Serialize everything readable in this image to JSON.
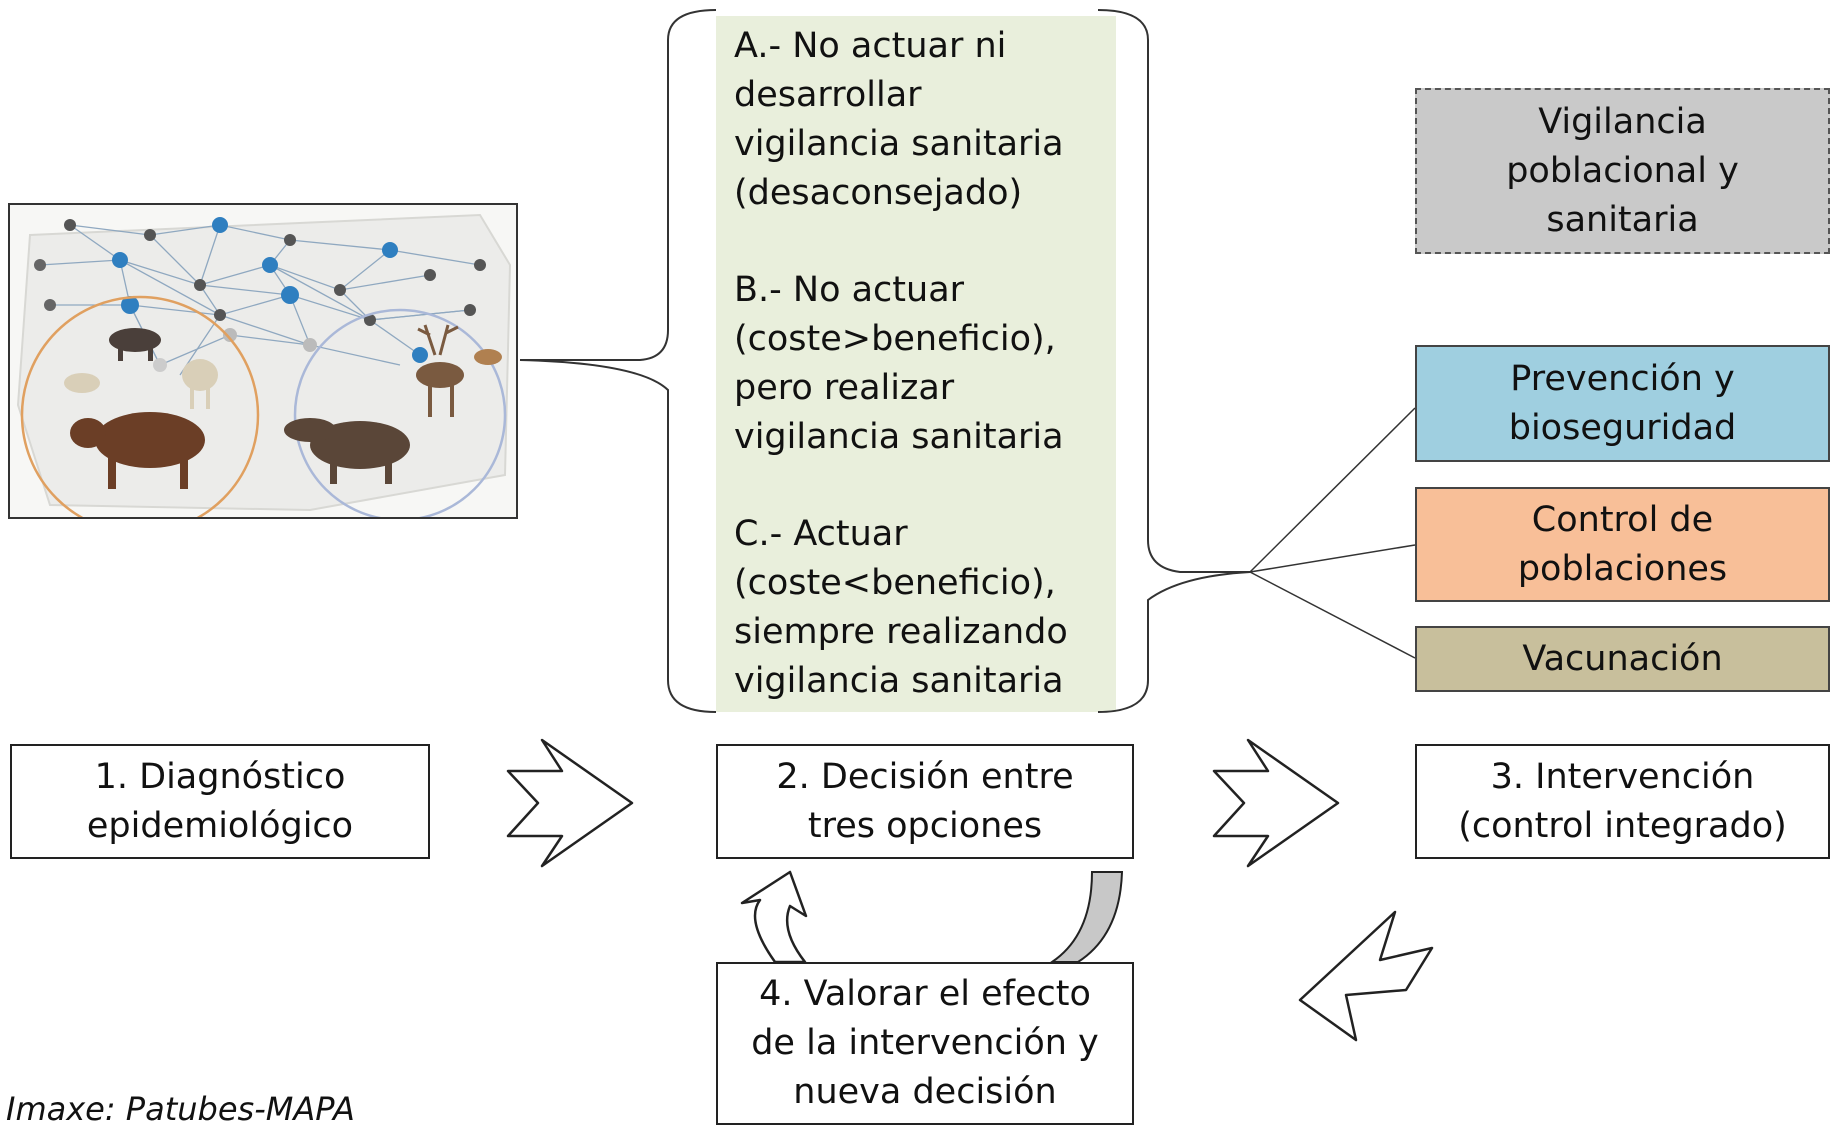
{
  "options": [
    "A.- No actuar ni\ndesarrollar\nvigilancia sanitaria\n(desaconsejado)",
    "B.- No actuar\n(coste>beneficio),\npero realizar\nvigilancia sanitaria",
    "C.- Actuar\n(coste<beneficio),\nsiempre realizando\nvigilancia sanitaria"
  ],
  "steps": {
    "step1": "1. Diagnóstico\nepidemiológico",
    "step2": "2. Decisión entre\ntres opciones",
    "step3": "3. Intervención\n(control integrado)",
    "step4": "4. Valorar el efecto\nde la intervención y\nnueva decisión"
  },
  "measures": {
    "surveillance": "Vigilancia\npoblacional y\nsanitaria",
    "prevention": "Prevención y\nbioseguridad",
    "population_control": "Control de\npoblaciones",
    "vaccination": "Vacunación"
  },
  "caption": "Imaxe: Patubes-MAPA",
  "colors": {
    "options_bg": "#e9efdc",
    "surveillance": "#c9c9c9",
    "prevention": "#9fcfe0",
    "population_control": "#f8bf98",
    "vaccination": "#c8bf9c",
    "feedback_arrow": "#c8c8c8"
  }
}
